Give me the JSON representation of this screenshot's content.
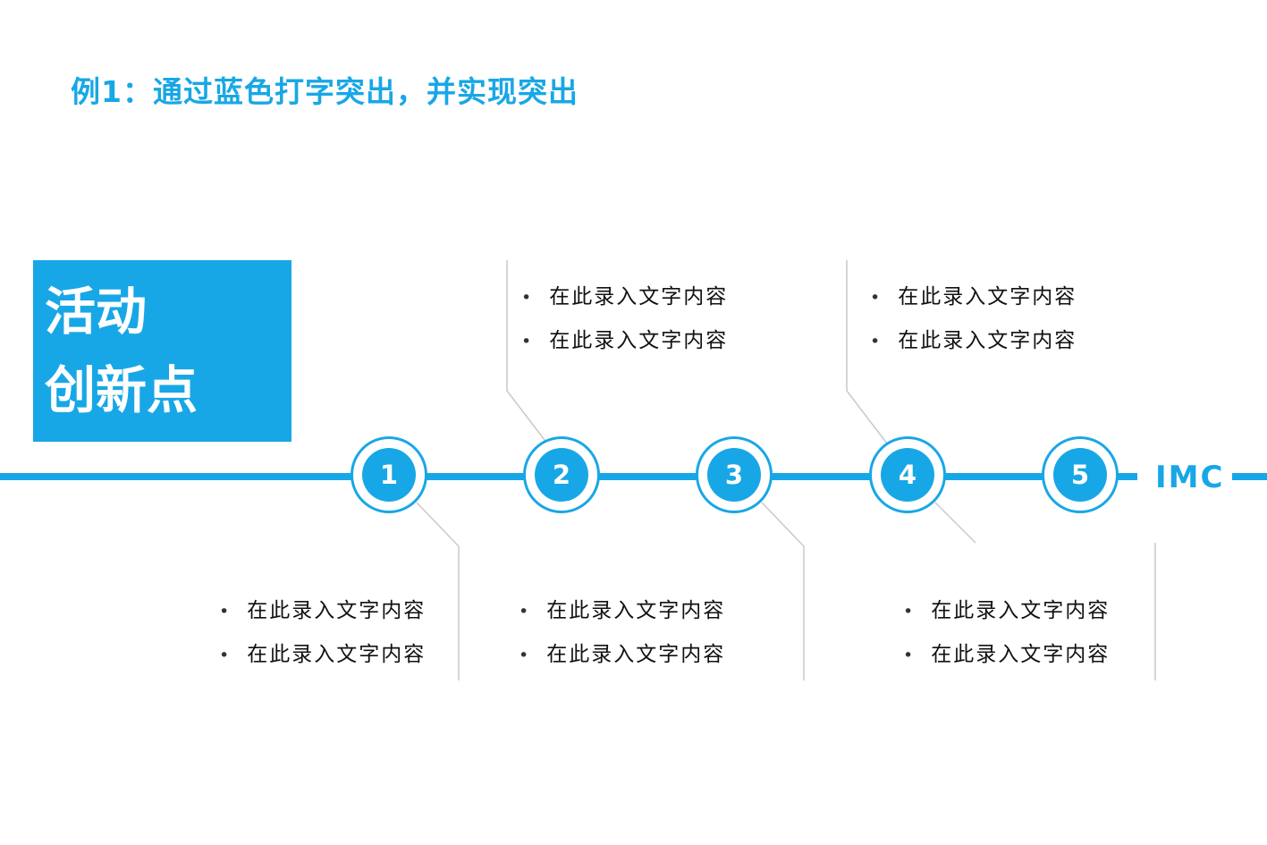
{
  "slide": {
    "accent_color": "#18a7e6",
    "connector_color": "#c9c9c9",
    "title": "例1：通过蓝色打字突出，并实现突出",
    "headline": {
      "line1": "活动",
      "line2": "创新点"
    },
    "bullet_char": "•",
    "timeline": {
      "brand_label": "IMC",
      "nodes": [
        {
          "number": "1"
        },
        {
          "number": "2"
        },
        {
          "number": "3"
        },
        {
          "number": "4"
        },
        {
          "number": "5"
        }
      ]
    },
    "text_blocks": {
      "above_node2": {
        "items": [
          "在此录入文字内容",
          "在此录入文字内容"
        ]
      },
      "above_node4": {
        "items": [
          "在此录入文字内容",
          "在此录入文字内容"
        ]
      },
      "below_node1": {
        "items": [
          "在此录入文字内容",
          "在此录入文字内容"
        ]
      },
      "below_node3": {
        "items": [
          "在此录入文字内容",
          "在此录入文字内容"
        ]
      },
      "below_node4": {
        "items": [
          "在此录入文字内容",
          "在此录入文字内容"
        ]
      }
    }
  }
}
